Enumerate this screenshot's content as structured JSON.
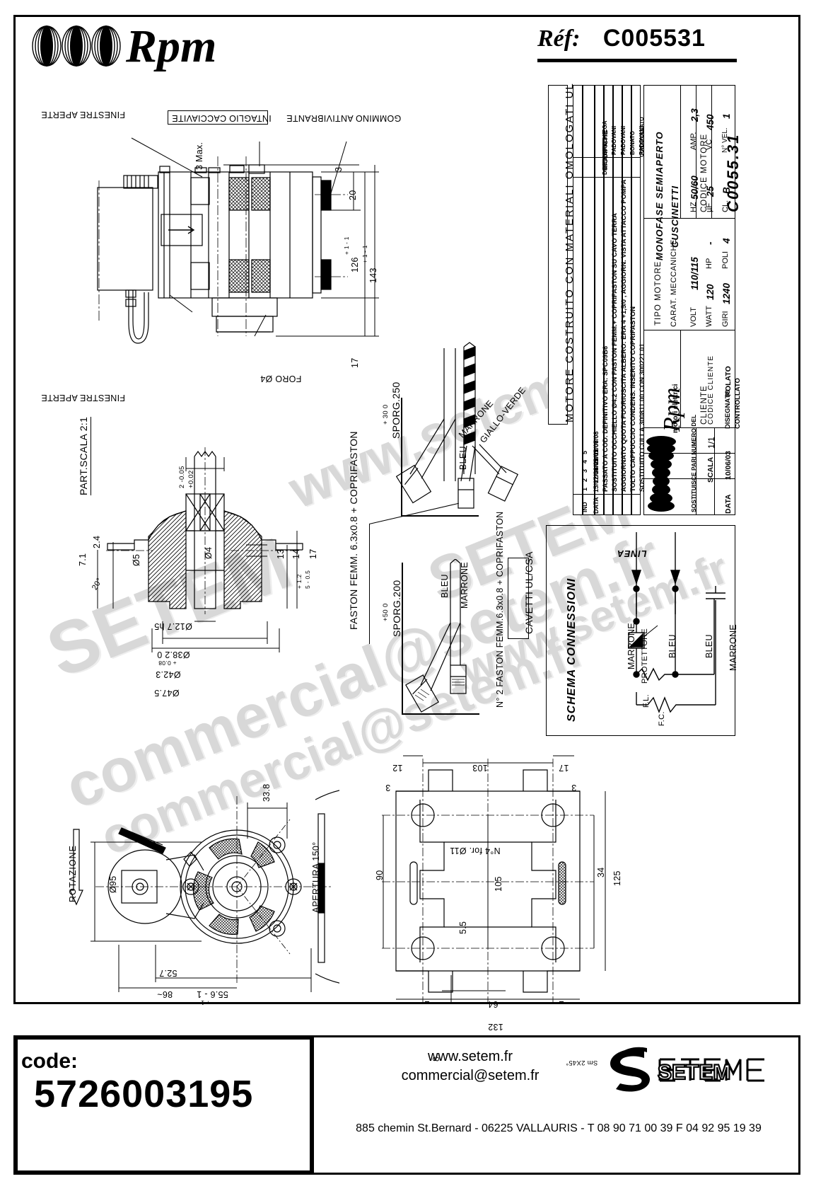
{
  "header": {
    "logo_text": "Rpm",
    "ref_label": "Réf:",
    "ref_value": "C005531"
  },
  "footer": {
    "code_label": "code:",
    "code_value": "5726003195",
    "website": "www.setem.fr",
    "email": "commercial@setem.fr",
    "address": "885 chemin St.Bernard  -  06225 VALLAURIS  -  T 08 90 71 00 39   F 04 92 95 19 39",
    "brand": "SETEM"
  },
  "title_block": {
    "note_top": "MOTORE COSTRUITO CON MATERIALI OMOLOGATI UL",
    "revisions_header": {
      "ind": "IND",
      "data": "DATA",
      "modifiche": "MODIFICHE",
      "disegnato": "DISEGNATO",
      "controllato": "CONTROLLATO"
    },
    "revisions": [
      {
        "ind": "5",
        "date": "11/06/08",
        "text": "SOSTITUITO CULLA  300811.00 CON 300221.01",
        "by": "PADOVANI",
        "checked": ""
      },
      {
        "ind": "4",
        "date": "20/09/07",
        "text": "TOLTO CAPPUCCIO CONDENS. INSERITO COPRIFASTON",
        "by": "BONATO",
        "checked": ""
      },
      {
        "ind": "3",
        "date": "18/01/07",
        "text": "AGGIORNATO QUOTA FUORIUSCITA ALBERO: ERA 4 +1,5/0 , AGGIORN. VISTA ATTACCO POMPA",
        "by": "PADOVANI",
        "checked": ""
      },
      {
        "ind": "2",
        "date": "12/09/05",
        "text": "SOSTITUITO OCCHIELLO Ø4.2 CON FASTON FEMM.+ COPRIFASTON SU CAVO TERRA",
        "by": "PADOVANI",
        "checked": ""
      },
      {
        "ind": "1",
        "date": "15/07/04",
        "text": "PASSATO A COD. DEFINITIVO ERA: SPC09B6",
        "by": "BACCHIEGA",
        "checked": ""
      }
    ],
    "motor": {
      "tipo_motore_label": "TIPO MOTORE",
      "tipo_motore_value": "MONOFASE SEMIAPERTO",
      "carat_label": "CARAT. MECCANICHE",
      "carat_value": "CUSCINETTI",
      "rows": [
        {
          "l1": "VOLT",
          "v1": "110/115",
          "l2": "HZ",
          "v2": "50/60",
          "l3": "AMP.",
          "v3": "2,3"
        },
        {
          "l1": "WATT",
          "v1": "120",
          "l2": "HP",
          "v2": "-",
          "l3": "µF",
          "v3": "25",
          "l4": "VC",
          "v4": "450"
        },
        {
          "l1": "GIRI",
          "v1": "1240",
          "l2": "POLI",
          "v2": "4",
          "l3": "CL.",
          "v3": "B",
          "l4": "N° VEL.",
          "v4": "1"
        }
      ],
      "volt": "110/115",
      "hz": "50/60",
      "amp": "2,3",
      "watt": "120",
      "hp": "-",
      "uf": "25",
      "vc": "450",
      "giri": "1240",
      "poli": "4",
      "cl": "B",
      "n_vel": "1",
      "cliente_label": "CLIENTE",
      "codice_cliente_label": "CODICE CLIENTE",
      "codice_motore_label": "CODICE MOTORE",
      "codice_motore_value": "C0055.31"
    },
    "firm": {
      "name": "Rpm",
      "sub": "motori elettrici"
    },
    "admin": {
      "sostituisce_label": "SOSTITUISCE PARI NUMERO DEL",
      "sostituisce_value": "-",
      "scala_label": "SCALA",
      "scala_value": "1/1",
      "data_label": "DATA",
      "data_value": "10/06/03",
      "disegnato_label": "DISEGNATO",
      "disegnato_value": "POLATO",
      "controllato_label": "CONTROLLATO",
      "controllato_value": ""
    }
  },
  "views": {
    "top_view": {
      "callouts": [
        "FINESTRE APERTE",
        "INTAGLIO CACCIAVITE",
        "GOMMINO ANTIVIBRANTE",
        "FINESTRE APERTE",
        "FORO Ø4"
      ],
      "dims": [
        "3 Max.",
        "3",
        "20",
        "126",
        "143",
        "17",
        "+ 1",
        "- 1"
      ]
    },
    "detail_view": {
      "title": "PART.SCALA 2:1",
      "dims": [
        "2 -0.05",
        "+0.02",
        "2.4",
        "7.1",
        "20°",
        "Ø5",
        "Ø4",
        "13",
        "14",
        "17",
        "Ø12.7 h5",
        "+ 1.2",
        "5 - 0.5",
        "Ø38.2 0",
        "+ 0.08",
        "Ø42.3",
        "Ø47.5"
      ]
    },
    "cables": {
      "note_top_dim": "SPORG.250",
      "note_top_tol": "+ 30  0",
      "note_bottom_dim": "SPORG.200",
      "note_bottom_tol": "+50  0",
      "labels_top": [
        "MARRONE",
        "BLEU",
        "GIALLO-VERDE"
      ],
      "labels_bottom": [
        "BLEU",
        "MARRONE"
      ],
      "faston_top": "FASTON FEMM. 6.3x0.8 + COPRIFASTON",
      "faston_bottom": "N° 2 FASTON FEMM.6.3x0.8 + COPRIFASTON",
      "cavetti_box": "CAVETTI UL/CSA"
    },
    "wiring": {
      "title": "SCHEMA CONNESSIONI",
      "linea": "LINEA",
      "labels": [
        "MARRONE",
        "PROTETTORE",
        "BLEU",
        "BLEU",
        "MARRONE"
      ],
      "components": [
        "F.L.",
        "F.C."
      ]
    },
    "front_view": {
      "rotazione": "ROTAZIONE",
      "apertura": "APERTURA 150°",
      "dims": [
        "Ø95",
        "33.8",
        "52.7",
        "55.6 - 1",
        "+ 1",
        "86~"
      ]
    },
    "bracket_view": {
      "note": "N°4 for. Ø11",
      "dims": [
        "12",
        "103",
        "17",
        "3",
        "3",
        "90",
        "105",
        "34",
        "125",
        "5.5",
        "8",
        "64",
        "132",
        "Sm 2X45°",
        "="
      ]
    }
  },
  "watermark": {
    "line1": "www.setem.fr",
    "line2": "SETEM",
    "line3": "commercial@setem.fr"
  }
}
